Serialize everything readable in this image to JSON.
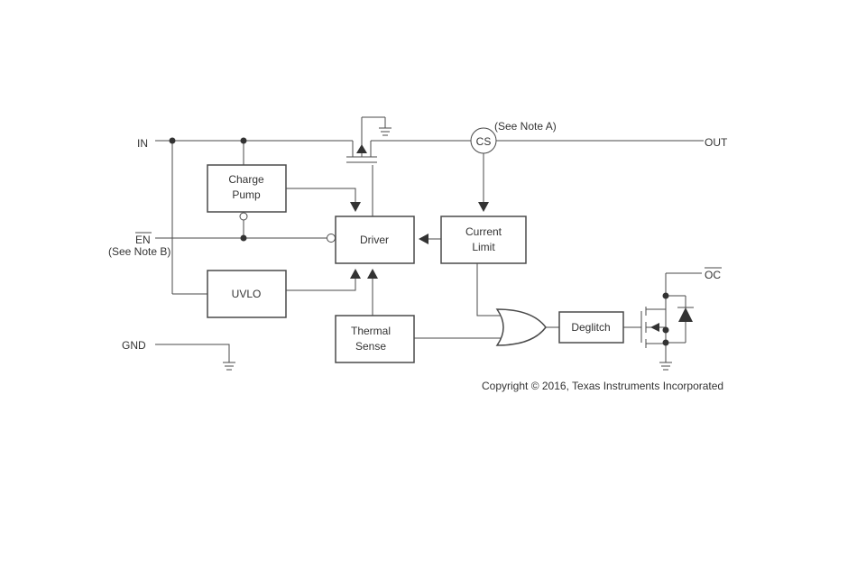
{
  "pins": {
    "in": "IN",
    "en": "EN",
    "en_note": "(See Note B)",
    "gnd": "GND",
    "out": "OUT",
    "oc": "OC"
  },
  "blocks": {
    "charge_pump_line1": "Charge",
    "charge_pump_line2": "Pump",
    "driver": "Driver",
    "current_limit_line1": "Current",
    "current_limit_line2": "Limit",
    "uvlo": "UVLO",
    "thermal_line1": "Thermal",
    "thermal_line2": "Sense",
    "deglitch": "Deglitch",
    "cs": "CS",
    "cs_note": "(See Note A)"
  },
  "copyright": "Copyright © 2016, Texas Instruments Incorporated"
}
